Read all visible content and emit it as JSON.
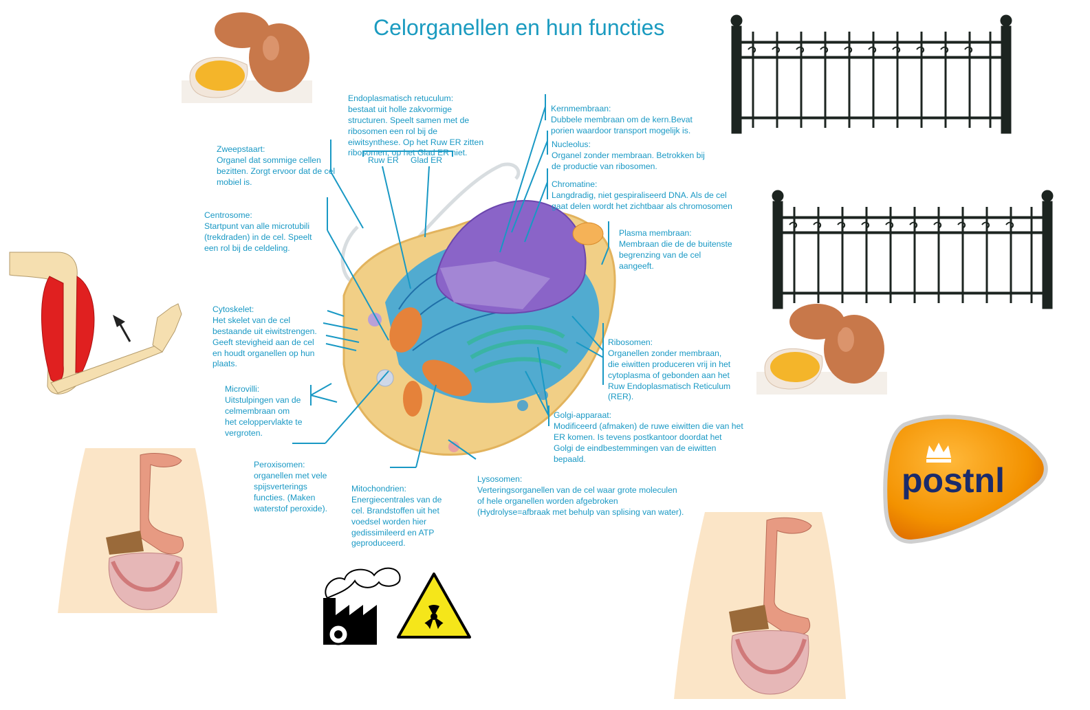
{
  "title": "Celorganellen en hun functies",
  "colors": {
    "accent": "#1898c4",
    "nucleus": "#8a64c8",
    "cytoplasm": "#f1cf86",
    "er": "#3fa6d8",
    "postnl": "#f39200"
  },
  "labels": {
    "er": {
      "heading": "Endoplasmatisch retuculum:",
      "body": "bestaat uit holle zakvormige\nstructuren. Speelt samen met de\nribosomen een rol bij de\neiwitsynthese. Op het Ruw ER zitten\nribosomen, op het Glad ER niet."
    },
    "ruw_er": "Ruw ER",
    "glad_er": "Glad ER",
    "zweepstaart": {
      "heading": "Zweepstaart:",
      "body": "Organel dat sommige cellen\nbezitten. Zorgt ervoor dat de cel\nmobiel is."
    },
    "centrosome": {
      "heading": "Centrosome:",
      "body": "Startpunt van alle microtubili\n(trekdraden) in de cel. Speelt\neen rol bij de celdeling."
    },
    "cytoskelet": {
      "heading": "Cytoskelet:",
      "body": "Het skelet van de cel\nbestaande uit eiwitstrengen.\nGeeft stevigheid aan de cel\nen houdt organellen op hun\nplaats."
    },
    "microvilli": {
      "heading": "Microvilli:",
      "body": "Uitstulpingen van de\ncelmembraan om\nhet celoppervlakte te\nvergroten."
    },
    "peroxisomen": {
      "heading": "Peroxisomen:",
      "body": "organellen met vele\nspijsverterings\nfuncties. (Maken\nwaterstof peroxide)."
    },
    "mitochondrien": {
      "heading": "Mitochondrien:",
      "body": "Energiecentrales van de\ncel. Brandstoffen uit het\nvoedsel worden hier\ngedissimileerd en ATP\ngeproduceerd."
    },
    "lysosomen": {
      "heading": "Lysosomen:",
      "body": "Verteringsorganellen van de cel waar grote moleculen\nof hele organellen worden afgebroken\n(Hydrolyse=afbraak met behulp van splising van water)."
    },
    "golgi": {
      "heading": "Golgi-apparaat:",
      "body": "Modificeerd (afmaken) de ruwe eiwitten die van het\nER komen. Is tevens postkantoor doordat het\nGolgi de eindbestemmingen van de eiwitten\nbepaald."
    },
    "ribosomen": {
      "heading": "Ribosomen:",
      "body": "Organellen zonder membraan,\ndie eiwitten produceren vrij in het\ncytoplasma of gebonden aan het\nRuw Endoplasmatisch Reticulum\n(RER)."
    },
    "plasma": {
      "heading": "Plasma membraan:",
      "body": "Membraan die de de buitenste\nbegrenzing van de cel\naangeeft."
    },
    "chromatine": {
      "heading": "Chromatine:",
      "body": "Langdradig, niet gespiraliseerd DNA. Als de cel\ngaat delen wordt het zichtbaar als chromosomen"
    },
    "nucleolus": {
      "heading": "Nucleolus:",
      "body": "Organel zonder membraan. Betrokken bij\nde productie van ribosomen."
    },
    "kernmembraan": {
      "heading": "Kernmembraan:",
      "body": "Dubbele membraan om de kern.Bevat\nporien waardoor transport mogelijk is."
    }
  },
  "logo": {
    "text": "postnl"
  },
  "icons": [
    "eggs-icon",
    "fence-icon",
    "arm-muscle-icon",
    "digestive-system-icon",
    "factory-icon",
    "radiation-icon",
    "postnl-logo"
  ]
}
